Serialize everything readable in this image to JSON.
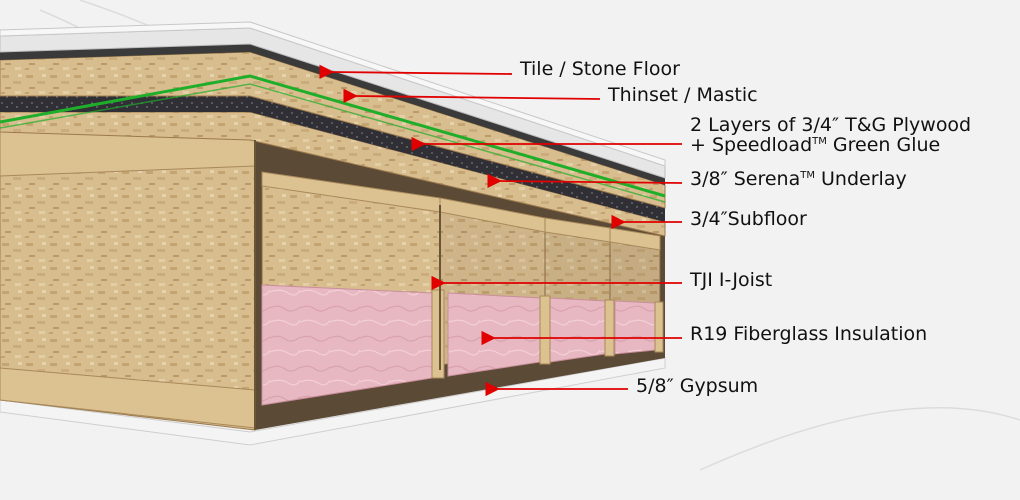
{
  "colors": {
    "arrow": "#e10000",
    "osb_light": "#d8bd8f",
    "osb_dark": "#b8925c",
    "lumber": "#dcc191",
    "insulation": "#e8b8c2",
    "underlay": "#2f2f35",
    "green_glue": "#1fae2a",
    "tile": "#e6e6e6",
    "gypsum": "#f4f4f4"
  },
  "callouts": {
    "tile": {
      "text": "Tile / Stone Floor"
    },
    "thinset": {
      "text": "Thinset / Mastic"
    },
    "plywood": {
      "line1": "2 Layers of 3/4″ T&G Plywood",
      "line2_pre": "+ Speedload",
      "line2_tm": "TM",
      "line2_post": " Green Glue"
    },
    "serena": {
      "pre": "3/8″ Serena",
      "tm": "TM",
      "post": " Underlay"
    },
    "subfloor": {
      "text": "3/4″Subfloor"
    },
    "joist": {
      "text": "TJI I-Joist"
    },
    "insulation": {
      "text": "R19 Fiberglass Insulation"
    },
    "gypsum": {
      "text": "5/8″ Gypsum"
    }
  }
}
